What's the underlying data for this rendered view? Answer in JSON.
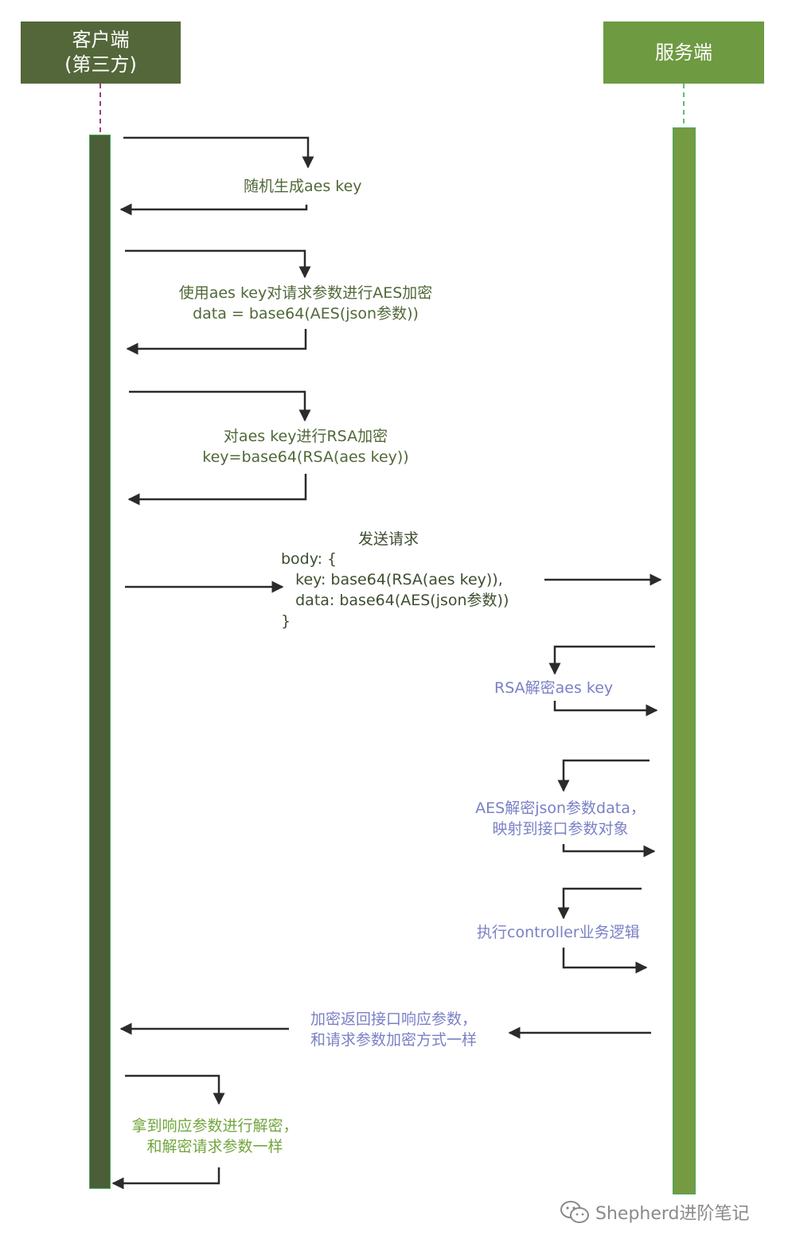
{
  "actors": {
    "client": "客户端\n(第三方)",
    "server": "服务端"
  },
  "steps": {
    "gen_key": "随机生成aes key",
    "aes_encrypt": "使用aes key对请求参数进行AES加密\ndata = base64(AES(json参数))",
    "rsa_encrypt": "对aes key进行RSA加密\nkey=base64(RSA(aes key))",
    "send_title": "发送请求",
    "send_body": "body: {\n   key: base64(RSA(aes key)),\n   data: base64(AES(json参数))\n}",
    "rsa_decrypt": "RSA解密aes key",
    "aes_decrypt": "AES解密json参数data，\n映射到接口参数对象",
    "controller": "执行controller业务逻辑",
    "encrypt_response": "加密返回接口响应参数，\n和请求参数加密方式一样",
    "decrypt_response": "拿到响应参数进行解密，\n和解密请求参数一样"
  },
  "watermark": "Shepherd进阶笔记",
  "colors": {
    "client_actor": "#54673a",
    "server_actor": "#6e9a42",
    "client_text": "#516838",
    "server_text": "#7a80c6",
    "response_text": "#72a63e",
    "arrow": "#2b2b2b"
  }
}
